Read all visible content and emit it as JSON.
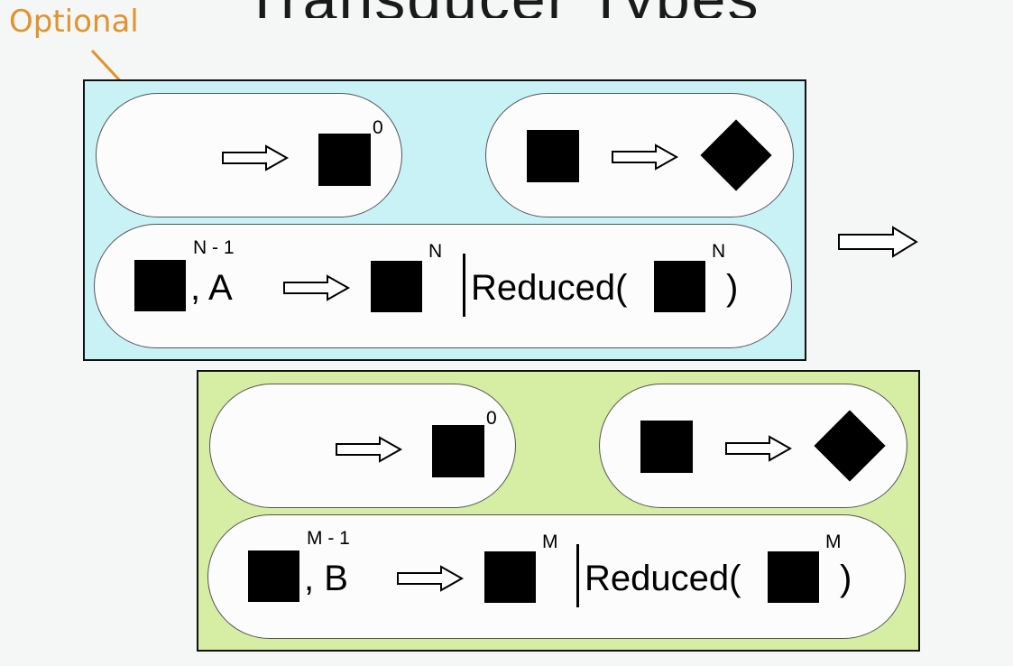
{
  "header": {
    "title_fragment": "Transducer Types",
    "optional_label": "Optional"
  },
  "panels": [
    {
      "color": "#c9f2f7",
      "init_superscript": "0",
      "step_superscript_prev": "N - 1",
      "step_input": ", A",
      "step_superscript_result": "N",
      "reduced_label": "Reduced(",
      "reduced_superscript": "N",
      "reduced_close": ")"
    },
    {
      "color": "#d6eda4",
      "init_superscript": "0",
      "step_superscript_prev": "M - 1",
      "step_input": ", B",
      "step_superscript_result": "M",
      "reduced_label": "Reduced(",
      "reduced_superscript": "M",
      "reduced_close": ")"
    }
  ],
  "icons": {
    "arrow": "hollow-right-arrow",
    "result": "filled-square",
    "transformed": "filled-diamond"
  },
  "colors": {
    "optional": "#e0932e",
    "arrow_fill": "#ffffff",
    "ink": "#000000"
  }
}
